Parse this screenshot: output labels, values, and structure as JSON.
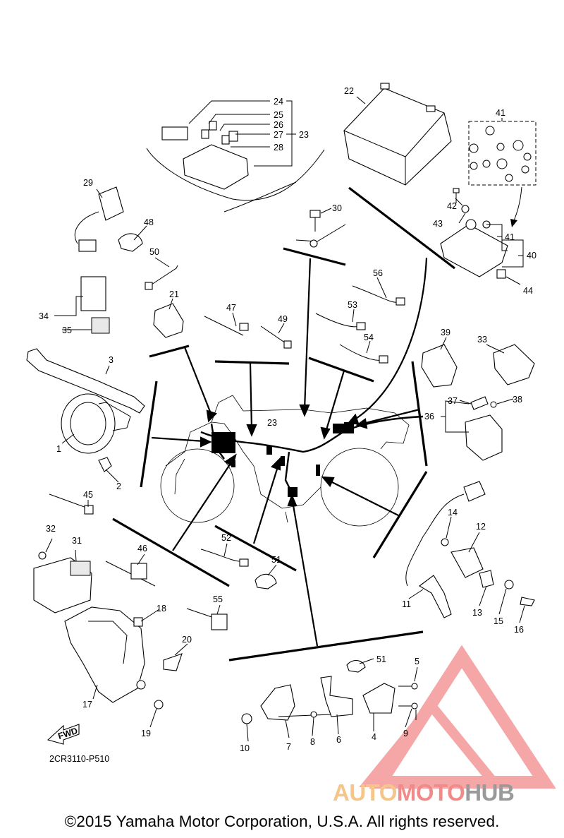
{
  "diagram": {
    "part_code": "2CR3110-P510",
    "fwd_label": "FWD",
    "copyright": "©2015 Yamaha Motor Corporation, U.S.A. All rights reserved.",
    "callouts": [
      "1",
      "2",
      "3",
      "4",
      "5",
      "6",
      "7",
      "8",
      "9",
      "10",
      "11",
      "12",
      "13",
      "14",
      "15",
      "16",
      "17",
      "18",
      "19",
      "20",
      "21",
      "22",
      "23",
      "24",
      "25",
      "26",
      "27",
      "28",
      "29",
      "30",
      "31",
      "32",
      "33",
      "34",
      "35",
      "36",
      "37",
      "38",
      "39",
      "40",
      "41",
      "42",
      "43",
      "44",
      "45",
      "46",
      "47",
      "48",
      "49",
      "50",
      "51",
      "52",
      "53",
      "54",
      "55",
      "56"
    ]
  },
  "watermark": {
    "brand_part1": "AUTO",
    "brand_part2": "MOTO",
    "brand_part3": "HUB",
    "colors": {
      "auto": "#f6c58a",
      "moto": "#f28a8a",
      "hub": "#9a9a9a",
      "triangle": "#f28a8a"
    }
  }
}
